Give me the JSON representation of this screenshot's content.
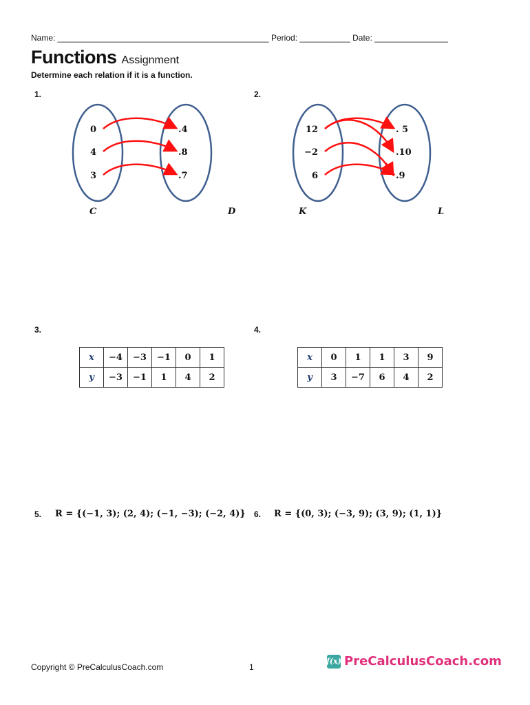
{
  "header": {
    "line": "Name: ______________________________________________ Period: ___________ Date: ________________"
  },
  "title": {
    "main": "Functions",
    "sub": "Assignment"
  },
  "instructions": "Determine each relation if it is a function.",
  "problems": [
    {
      "number": "1.",
      "domain": [
        "0",
        "4",
        "3"
      ],
      "range": [
        "4",
        "8",
        "7"
      ],
      "domain_label": "C",
      "range_label": "D",
      "mapping": [
        [
          0,
          0
        ],
        [
          1,
          1
        ],
        [
          2,
          2
        ]
      ]
    },
    {
      "number": "2.",
      "domain": [
        "12",
        "−2",
        "6"
      ],
      "range": [
        "5",
        "10",
        "9"
      ],
      "domain_label": "K",
      "range_label": "L",
      "mapping": [
        [
          0,
          0
        ],
        [
          0,
          1
        ],
        [
          1,
          2
        ],
        [
          2,
          2
        ]
      ]
    },
    {
      "number": "3.",
      "x_label": "x",
      "y_label": "y",
      "x": [
        "−4",
        "−3",
        "−1",
        "0",
        "1"
      ],
      "y": [
        "−3",
        "−1",
        "1",
        "4",
        "2"
      ]
    },
    {
      "number": "4.",
      "x_label": "x",
      "y_label": "y",
      "x": [
        "0",
        "1",
        "1",
        "3",
        "9"
      ],
      "y": [
        "3",
        "−7",
        "6",
        "4",
        "2"
      ]
    },
    {
      "number": "5.",
      "relation": "R = {(−1, 3); (2, 4); (−1, −3); (−2, 4)}"
    },
    {
      "number": "6.",
      "relation": "R = {(0, 3); (−3, 9); (3, 9); (1, 1)}"
    }
  ],
  "footer": {
    "copyright": "Copyright © PreCalculusCoach.com",
    "page": "1",
    "logo_icon": "f(x)",
    "logo_text": "PreCalculusCoach.com"
  },
  "colors": {
    "ellipse": "#3f5f8f",
    "arrow": "#ff1010",
    "logo": "#e0307a"
  }
}
